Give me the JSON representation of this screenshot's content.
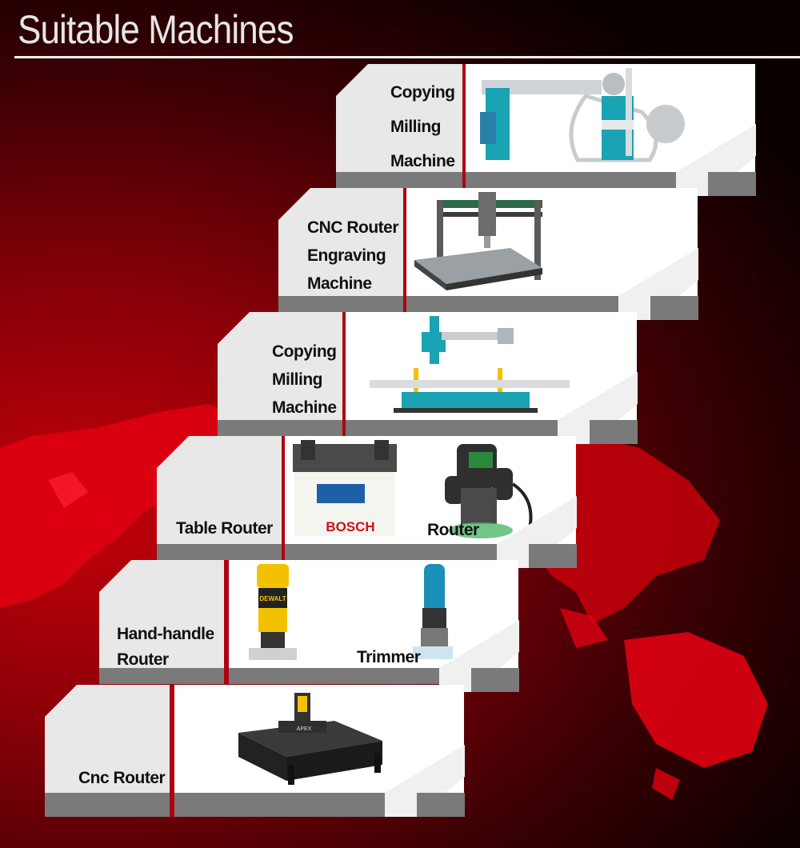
{
  "header": {
    "title": "Suitable Machines"
  },
  "steps": [
    {
      "label_lines": [
        "Copying",
        "Milling",
        "Machine"
      ],
      "image_icon": "copying-milling-machine-icon"
    },
    {
      "label_lines": [
        "CNC Router",
        "Engraving",
        "Machine"
      ],
      "image_icon": "cnc-router-engraver-icon"
    },
    {
      "label_lines": [
        "Copying",
        "Milling",
        "Machine"
      ],
      "image_icon": "copying-milling-machine-icon"
    },
    {
      "label_lines": [
        "Table Router"
      ],
      "image_icon": "table-router-icon",
      "extra_caption": "Router",
      "extra_icon": "router-icon",
      "brand": "BOSCH"
    },
    {
      "label_lines": [
        "Hand-handle",
        "Router"
      ],
      "image_icon": "hand-router-icon",
      "extra_caption": "Trimmer",
      "extra_icon": "trimmer-icon",
      "brand": "DEWALT"
    },
    {
      "label_lines": [
        "Cnc Router"
      ],
      "image_icon": "cnc-router-table-icon",
      "brand": "APEX"
    }
  ],
  "colors": {
    "label_bg": "#e8e8e8",
    "base_gray": "#7a7a7a",
    "accent_red": "#b00010",
    "teal": "#1aa3b3"
  }
}
